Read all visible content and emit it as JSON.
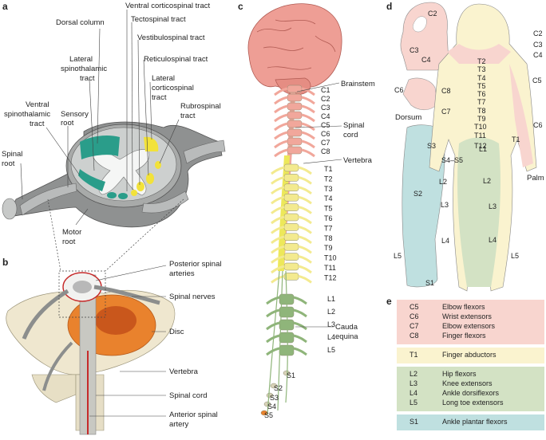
{
  "panels": {
    "a": "a",
    "b": "b",
    "c": "c",
    "d": "d",
    "e": "e"
  },
  "panel_a_labels": {
    "ventral_corticospinal": "Ventral corticospinal tract",
    "tectospinal": "Tectospinal tract",
    "vestibulospinal": "Vestibulospinal tract",
    "reticulospinal": "Reticulospinal tract",
    "dorsal_column": "Dorsal column",
    "lateral_spinothalamic_1": "Lateral",
    "lateral_spinothalamic_2": "spinothalamic",
    "lateral_spinothalamic_3": "tract",
    "lateral_corticospinal_1": "Lateral",
    "lateral_corticospinal_2": "corticospinal",
    "lateral_corticospinal_3": "tract",
    "rubrospinal_1": "Rubrospinal",
    "rubrospinal_2": "tract",
    "ventral_spinothalamic_1": "Ventral",
    "ventral_spinothalamic_2": "spinothalamic",
    "ventral_spinothalamic_3": "tract",
    "sensory_root_1": "Sensory",
    "sensory_root_2": "root",
    "spinal_root_1": "Spinal",
    "spinal_root_2": "root",
    "motor_root_1": "Motor",
    "motor_root_2": "root"
  },
  "panel_b_labels": {
    "posterior_spinal_1": "Posterior spinal",
    "posterior_spinal_2": "arteries",
    "spinal_nerves": "Spinal nerves",
    "disc": "Disc",
    "vertebra": "Vertebra",
    "spinal_cord": "Spinal cord",
    "anterior_spinal_1": "Anterior spinal",
    "anterior_spinal_2": "artery"
  },
  "panel_c_labels": {
    "brainstem": "Brainstem",
    "spinal_cord_1": "Spinal",
    "spinal_cord_2": "cord",
    "vertebra": "Vertebra",
    "cauda_equina_1": "Cauda",
    "cauda_equina_2": "equina",
    "segments": [
      "C1",
      "C2",
      "C3",
      "C4",
      "C5",
      "C6",
      "C7",
      "C8",
      "T1",
      "T2",
      "T3",
      "T4",
      "T5",
      "T6",
      "T7",
      "T8",
      "T9",
      "T10",
      "T11",
      "T12",
      "L1",
      "L2",
      "L3",
      "L4",
      "L5",
      "S1",
      "S2",
      "S3",
      "S4",
      "S5"
    ]
  },
  "panel_d_labels": {
    "head": [
      "C2",
      "C3",
      "C4"
    ],
    "hand_c8": "C8",
    "hand_c6": "C6",
    "hand_c7": "C7",
    "dorsum": "Dorsum",
    "leg_back": [
      "S3",
      "S4–S5",
      "L2",
      "L3",
      "S2",
      "L4",
      "L5",
      "S1"
    ],
    "body_right": [
      "C2",
      "C3",
      "C4",
      "T2",
      "T3",
      "T4",
      "T5",
      "T6",
      "T7",
      "T8",
      "T9",
      "T10",
      "T11",
      "T12",
      "C5",
      "C6",
      "T1",
      "L1",
      "L2",
      "L3",
      "L4",
      "L5"
    ],
    "palm": "Palm"
  },
  "panel_e_table": [
    {
      "group": "cervical",
      "color": "#f8d5cf",
      "rows": [
        [
          "C5",
          "Elbow flexors"
        ],
        [
          "C6",
          "Wrist extensors"
        ],
        [
          "C7",
          "Elbow extensors"
        ],
        [
          "C8",
          "Finger flexors"
        ]
      ]
    },
    {
      "group": "thoracic",
      "color": "#faf3cf",
      "rows": [
        [
          "T1",
          "Finger abductors"
        ]
      ]
    },
    {
      "group": "lumbar",
      "color": "#d3e2c4",
      "rows": [
        [
          "L2",
          "Hip flexors"
        ],
        [
          "L3",
          "Knee extensors"
        ],
        [
          "L4",
          "Ankle dorsiflexors"
        ],
        [
          "L5",
          "Long toe extensors"
        ]
      ]
    },
    {
      "group": "sacral",
      "color": "#bfe0e0",
      "rows": [
        [
          "S1",
          "Ankle plantar flexors"
        ]
      ]
    }
  ],
  "colors": {
    "cervical": "#f1a79b",
    "thoracic": "#f3ea8f",
    "lumbar": "#8fb57a",
    "sacral": "#9ccfcf",
    "brain": "#ee9e95",
    "cord_yellow": "#ede85a",
    "teal_tract": "#2a9d8a",
    "disc_orange": "#e9822d"
  }
}
